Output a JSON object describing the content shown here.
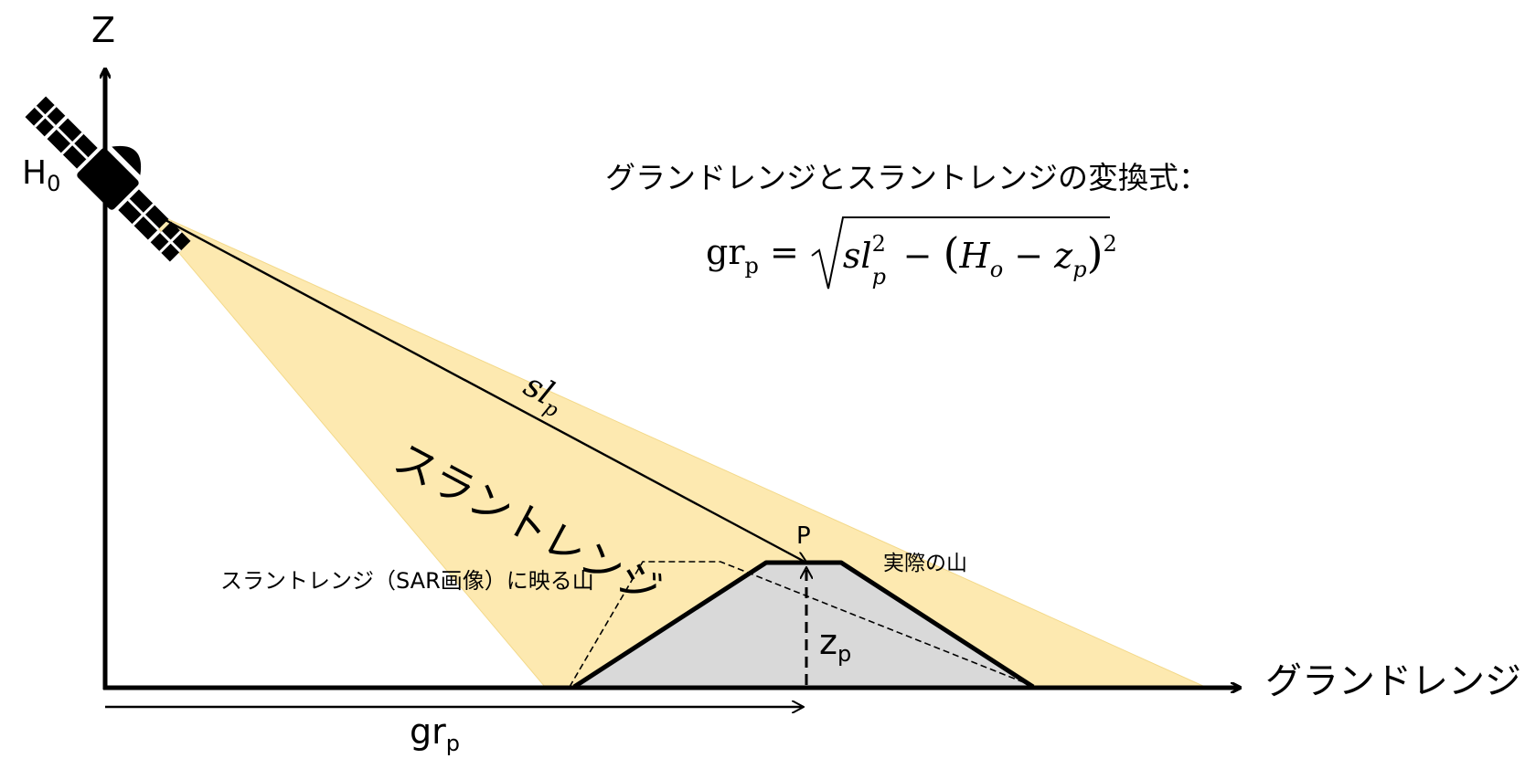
{
  "axes": {
    "z_label": "Z",
    "ground_range_label": "グランドレンジ",
    "h0_label": "H",
    "h0_sub": "0"
  },
  "formula": {
    "title": "グランドレンジとスラントレンジの変換式：",
    "lhs": "gr",
    "lhs_sub": "p",
    "equals": "=",
    "sl": "sl",
    "sl_sup": "2",
    "sl_sub": "p",
    "minus1": "−",
    "paren_open": "(",
    "h": "H",
    "h_sub": "o",
    "minus2": "−",
    "z": "z",
    "z_sub": "p",
    "paren_close": ")",
    "outer_sup": "2"
  },
  "labels": {
    "slant_range": "スラントレンジ",
    "sl_main": "sl",
    "sl_sub": "p",
    "point_p": "P",
    "actual_mountain": "実際の山",
    "sar_mountain": "スラントレンジ（SAR画像）に映る山",
    "zp_main": "z",
    "zp_sub": "p",
    "grp_main": "gr",
    "grp_sub": "p"
  },
  "colors": {
    "beam": "#fde9b0",
    "mountain": "#d9d9d9",
    "line": "#000000"
  }
}
